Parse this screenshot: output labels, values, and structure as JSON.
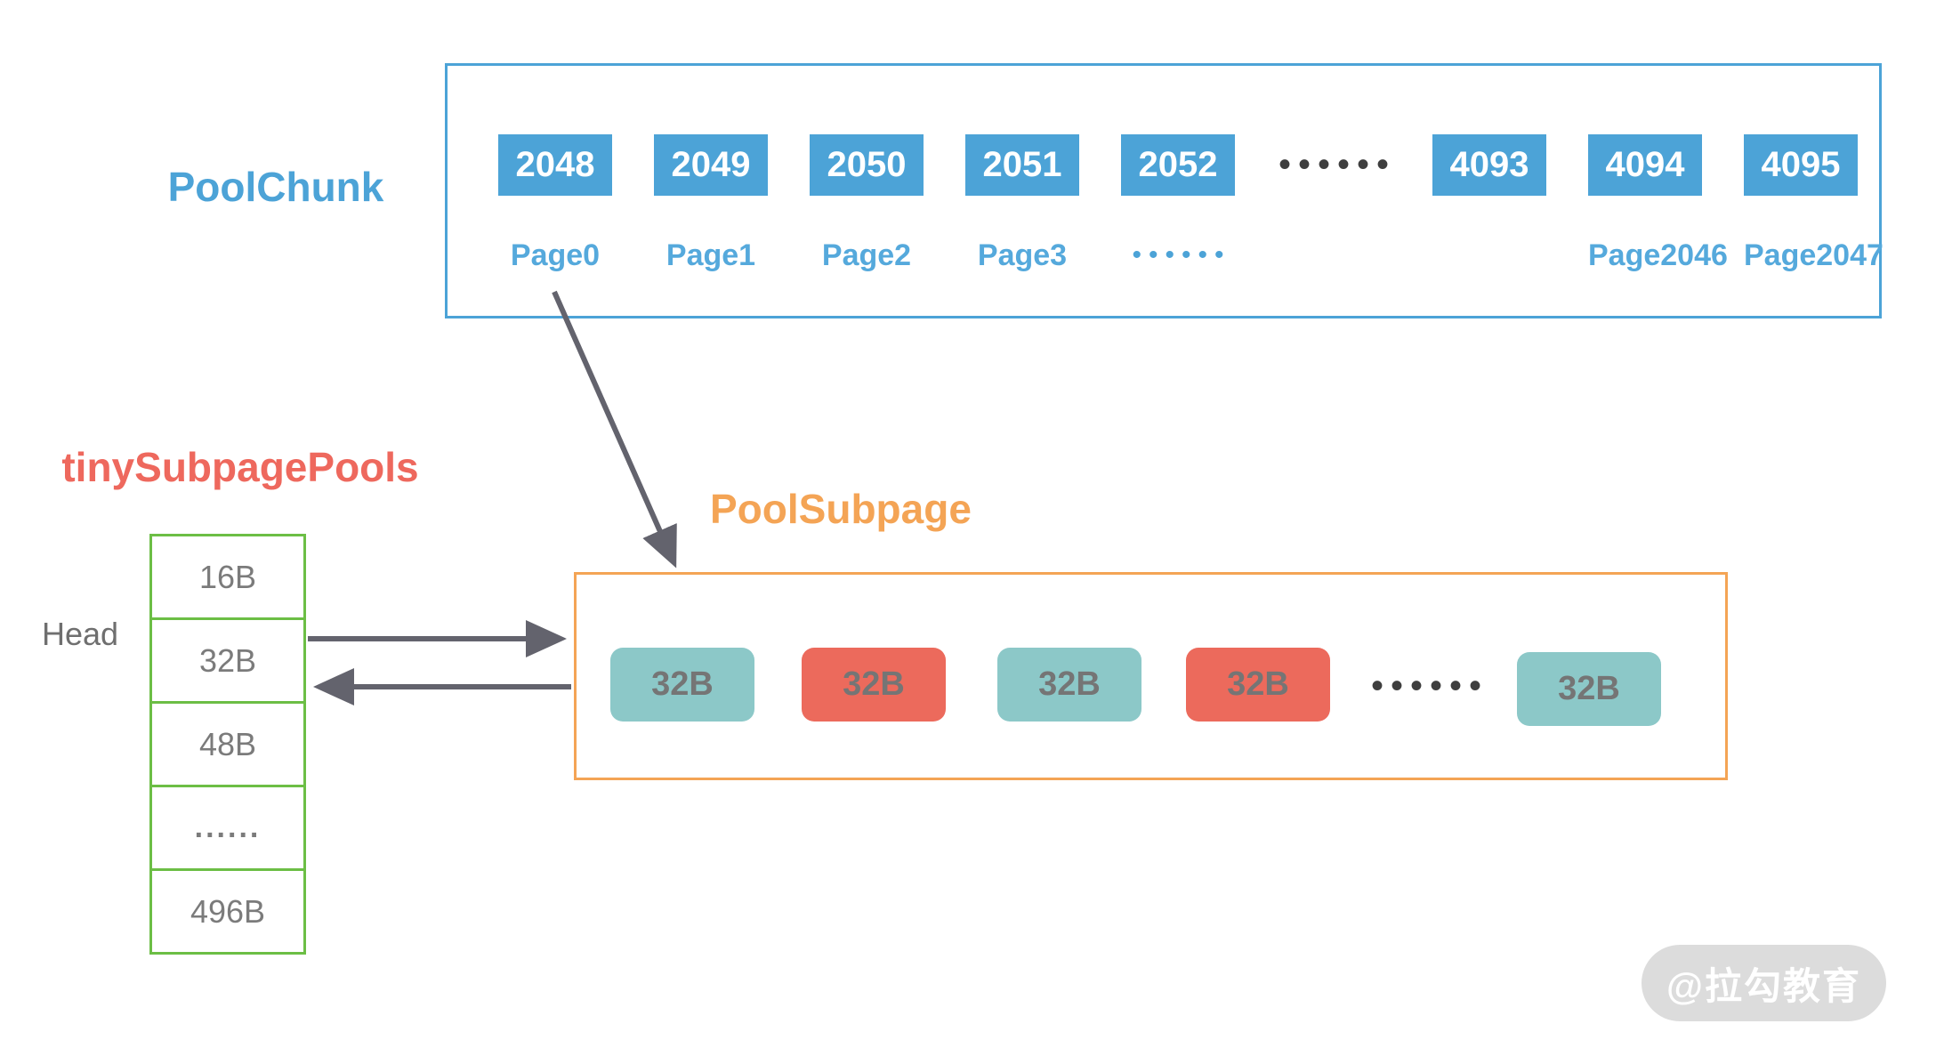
{
  "colors": {
    "chunk_blue": "#4CA3D7",
    "page_label_blue": "#55A9DC",
    "pools_coral": "#EE685D",
    "table_green": "#6CBE45",
    "subpage_orange": "#F4A455",
    "block_teal": "#8CC8C8",
    "block_red": "#EC6A5C",
    "arrow_gray": "#63636D",
    "text_gray": "#7B7B7B",
    "dots_dark": "#3E3E3E",
    "watermark_gray": "#DCDCDC"
  },
  "chunk": {
    "label": "PoolChunk",
    "num_cells": [
      "2048",
      "2049",
      "2050",
      "2051",
      "2052",
      "••••••",
      "4093",
      "4094",
      "4095"
    ],
    "page_cells": [
      "Page0",
      "Page1",
      "Page2",
      "Page3",
      "••••••",
      "",
      "",
      "Page2046",
      "Page2047"
    ]
  },
  "tiny_pools": {
    "label": "tinySubpagePools",
    "head_label": "Head",
    "rows": [
      "16B",
      "32B",
      "48B",
      "......",
      "496B"
    ]
  },
  "subpage": {
    "label": "PoolSubpage",
    "blocks": [
      {
        "text": "32B",
        "state": "free"
      },
      {
        "text": "32B",
        "state": "used"
      },
      {
        "text": "32B",
        "state": "free"
      },
      {
        "text": "32B",
        "state": "used"
      },
      {
        "text": "••••••",
        "state": "dots"
      },
      {
        "text": "32B",
        "state": "free"
      }
    ]
  },
  "watermark": {
    "text": "@拉勾教育"
  }
}
